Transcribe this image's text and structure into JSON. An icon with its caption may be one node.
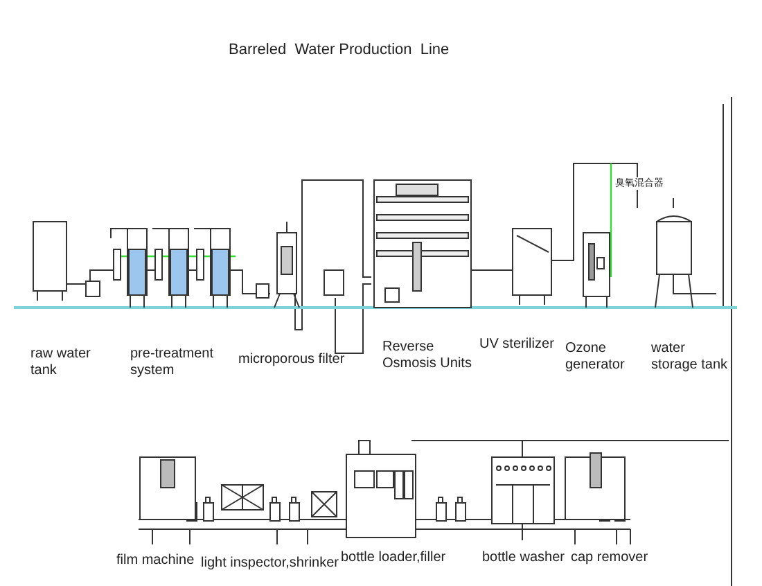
{
  "diagram": {
    "title": "Barreled  Water Production  Line",
    "labels": [
      "臭氧混合器",
      "raw water tank",
      "pre-treatment system",
      "microporous filter",
      "Reverse Osmosis Units",
      "UV sterilizer",
      "Ozone generator",
      "water storage tank",
      "film machine",
      "light inspector,shrinker",
      "bottle loader,filler",
      "bottle washer",
      "cap remover"
    ]
  }
}
